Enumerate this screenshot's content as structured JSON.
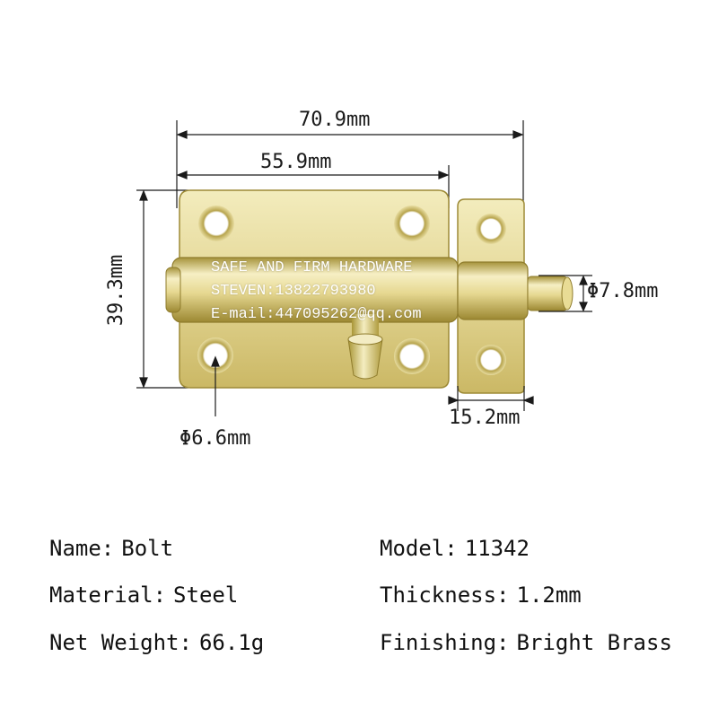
{
  "dimensions": {
    "overall_length": "70.9mm",
    "plate_length": "55.9mm",
    "height": "39.3mm",
    "bolt_diameter": "Φ7.8mm",
    "hole_diameter": "Φ6.6mm",
    "keeper_width": "15.2mm"
  },
  "watermark": {
    "line1": "SAFE AND FIRM HARDWARE",
    "line2": "STEVEN:13822793980",
    "line3": "E-mail:447095262@qq.com"
  },
  "specs": {
    "name_label": "Name:",
    "name_value": "Bolt",
    "model_label": "Model:",
    "model_value": "11342",
    "material_label": "Material:",
    "material_value": "Steel",
    "thickness_label": "Thickness:",
    "thickness_value": "1.2mm",
    "weight_label": "Net Weight:",
    "weight_value": "66.1g",
    "finishing_label": "Finishing:",
    "finishing_value": "Bright Brass"
  },
  "colors": {
    "brass_light": "#efe7b0",
    "brass_mid": "#d8c979",
    "brass_dark": "#a8963f",
    "line": "#1a1a1a"
  }
}
